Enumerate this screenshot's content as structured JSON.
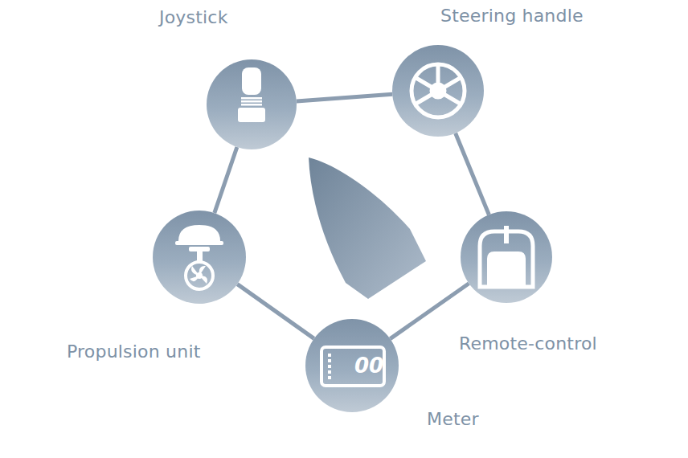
{
  "diagram": {
    "nodes": [
      {
        "text": [
          "Joystick"
        ]
      },
      {
        "text": [
          "Steering handle"
        ]
      },
      {
        "text": [
          "Remote-control"
        ]
      },
      {
        "text": [
          "Meter"
        ]
      },
      {
        "text": [
          "Propulsion unit"
        ]
      }
    ],
    "edges": [
      {
        "from": 0,
        "to": 1,
        "arrow": "none"
      },
      {
        "from": 1,
        "to": 2,
        "arrow": "none"
      },
      {
        "from": 2,
        "to": 3,
        "arrow": "none"
      },
      {
        "from": 3,
        "to": 4,
        "arrow": "none"
      },
      {
        "from": 4,
        "to": 0,
        "arrow": "none"
      }
    ],
    "labels": [
      "00"
    ]
  }
}
